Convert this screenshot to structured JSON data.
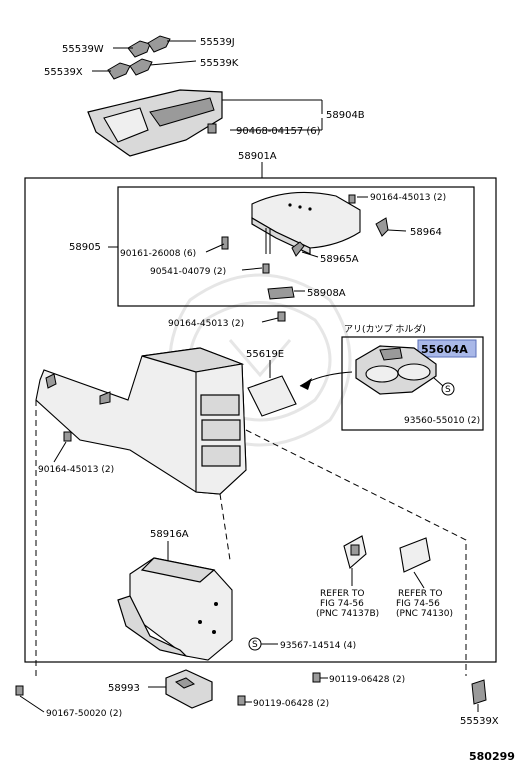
{
  "parts": {
    "p55539W": "55539W",
    "p55539J": "55539J",
    "p55539X_top": "55539X",
    "p55539K": "55539K",
    "p58904B": "58904B",
    "p90468": "90468-04157 (6)",
    "p58901A": "58901A",
    "p90164_top": "90164-45013 (2)",
    "p58964": "58964",
    "p58905": "58905",
    "p90161": "90161-26008 (6)",
    "p58965A": "58965A",
    "p90541": "90541-04079 (2)",
    "p58908A": "58908A",
    "p90164_mid": "90164-45013 (2)",
    "note_cup_holder": "アリ(カツプ ホルダ)",
    "p55619E": "55619E",
    "p55604A": "55604A",
    "p93560": "93560-55010 (2)",
    "p90164_left": "90164-45013 (2)",
    "p58916A": "58916A",
    "refer_a_line1": "REFER TO",
    "refer_a_line2": "FIG 74-56",
    "refer_a_line3": "(PNC 74137B)",
    "refer_b_line1": "REFER TO",
    "refer_b_line2": "FIG 74-56",
    "refer_b_line3": "(PNC 74130)",
    "p93567": "93567-14514 (4)",
    "p90119_a": "90119-06428 (2)",
    "p58993": "58993",
    "p90119_b": "90119-06428 (2)",
    "p90167": "90167-50020 (2)",
    "p55539X_bot": "55539X",
    "fig_number": "580299"
  },
  "highlight_color": "#a9b8e8",
  "symbol_s": "S"
}
